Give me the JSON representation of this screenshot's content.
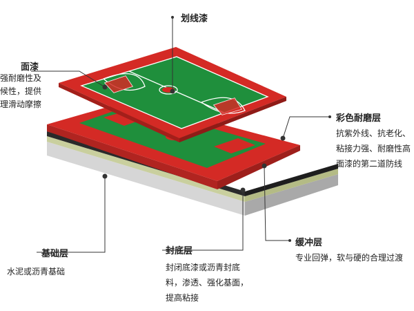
{
  "layers": {
    "marking_paint": {
      "title": "划线漆"
    },
    "top_coat": {
      "title": "面漆",
      "desc": [
        "强耐磨性及",
        "候性，提供",
        "理滑动摩擦"
      ]
    },
    "color_wear": {
      "title": "彩色耐磨层",
      "desc": [
        "抗紫外线、抗老化、",
        "粘接力强、耐磨性高",
        "面漆的第二道防线"
      ]
    },
    "base": {
      "title": "基础层",
      "desc": [
        "水泥或沥青基础"
      ]
    },
    "primer": {
      "title": "封底层",
      "desc": [
        "封闭底漆或沥青封底",
        "料，渗透、强化基面，",
        "提高粘接"
      ]
    },
    "cushion": {
      "title": "缓冲层",
      "desc": [
        "专业回弹，软与硬的合理过渡"
      ]
    }
  },
  "colors": {
    "court_red": "#d42a25",
    "court_green": "#1f8f3c",
    "court_line": "#ffffff",
    "cushion_black": "#1e1e1e",
    "primer_beige": "#c9cf9e",
    "base_gray": "#bfbfbf"
  }
}
